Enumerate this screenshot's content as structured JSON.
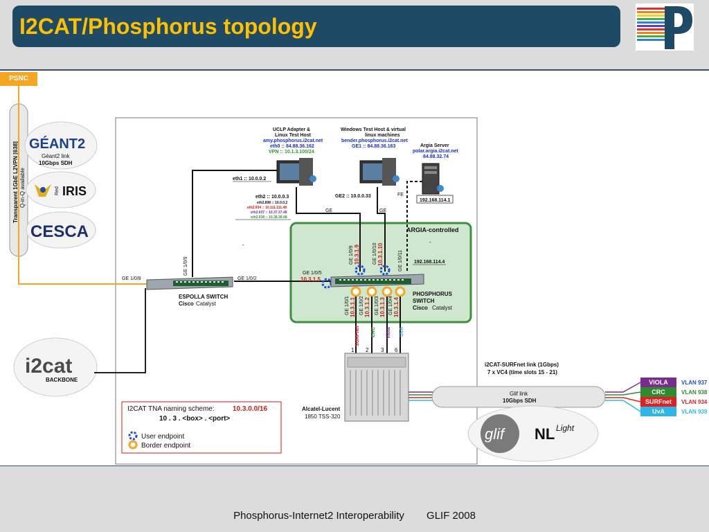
{
  "title": "I2CAT/Phosphorus topology",
  "psnc": "PSNC",
  "tube_left": {
    "line1": "Transparent 1GbE L2VPN [638]",
    "line2": "Q-in-Q available"
  },
  "geant": {
    "logo": "GÉANT2",
    "line1": "Géant2 link",
    "line2": "10Gbps SDH"
  },
  "rediris": {
    "logo_small": "Red",
    "logo": "IRIS"
  },
  "cesca": {
    "logo": "CESCA"
  },
  "i2cat": {
    "logo": "i2cat",
    "sub": "BACKBONE"
  },
  "uclp": {
    "l1": "UCLP Adapter &",
    "l2": "Linux Test Host",
    "l3": "amy.phosphorus.i2cat.net",
    "l4": "eth0 :: 84.88.36.162",
    "l5": "VPN :: 10.1.3.100/24"
  },
  "windows": {
    "l1": "Windows Test Host & virtual",
    "l2": "linux machines",
    "l3": "bender.phosphorus.i2cat.net",
    "l4": "GE1 :: 84.88.36.163"
  },
  "argia_server": {
    "l1": "Argia Server",
    "l2": "polar.argia.i2cat.net",
    "l3": "84.88.32.74",
    "ip": "192.168.114.1"
  },
  "eth1": "eth1 :: 10.0.0.2",
  "eth2": {
    "main": "eth2 :: 10.0.0.3",
    "r1": "eth2.898 :: 10.0.0.2",
    "r2": "eth2.934 :: 10.111.111.48",
    "r3": "eth2.937 :: 10.37.37.48",
    "r4": "eth2.938 :: 10.38.38.48"
  },
  "ge2": "GE2 :: 10.0.0.33",
  "ge_a": "GE",
  "ge_b": "GE",
  "fe": "FE",
  "argia_controlled": "ARGIA-controlled",
  "dash": "-",
  "phos_ip": "192.168.114.4",
  "ports_top": [
    {
      "port": "GE 1/0/9",
      "addr": "10.3.1.9"
    },
    {
      "port": "GE 1/0/10",
      "addr": "10.3.1.10"
    },
    {
      "port": "GE 1/0/11",
      "addr": ""
    }
  ],
  "ge105": {
    "port": "GE 1/0/5",
    "addr": "10.3.1.5"
  },
  "ge108": "GE 1/0/8",
  "ge109": "GE 1/0/9",
  "ge102": "GE 1/0/2",
  "espolla": {
    "name": "ESPOLLA SWITCH",
    "model": "Cisco",
    "type": "Catalyst"
  },
  "phosphorus_switch": {
    "l1": "PHOSPHORUS",
    "l2": "SWITCH",
    "model": "Cisco",
    "type": "Catalyst"
  },
  "ports_bottom": [
    {
      "port": "GE 1/0/1",
      "addr": "10.3.1.1",
      "net": "SURFnet",
      "num": "1"
    },
    {
      "port": "GE 1/0/2",
      "addr": "10.3.1.2",
      "net": "CRC",
      "num": "2"
    },
    {
      "port": "GE 1/0/3",
      "addr": "10.3.1.3",
      "net": "Viola",
      "num": "3"
    },
    {
      "port": "GE 1/0/4",
      "addr": "10.3.1.4",
      "net": "UvA",
      "num": "6"
    }
  ],
  "alcatel": {
    "name": "Alcatel-Lucent",
    "model": "1850 TSS-320"
  },
  "surfnet_link": {
    "l1": "i2CAT-SURFnet link (1Gbps)",
    "l2": "7 x VC4 (time slots 15 - 21)"
  },
  "glif_tube": {
    "l1": "Glif link",
    "l2": "10Gbps SDH"
  },
  "glif": "glif",
  "nl": {
    "a": "NL",
    "b": "Light"
  },
  "vlans": [
    {
      "name": "VIOLA",
      "vlan": "VLAN 937",
      "color": "#7b2c8f"
    },
    {
      "name": "CRC",
      "vlan": "VLAN 938",
      "color": "#2e8b2e"
    },
    {
      "name": "SURFnet",
      "vlan": "VLAN 934",
      "color": "#e02020"
    },
    {
      "name": "UvA",
      "vlan": "VLAN 939",
      "color": "#2db7e8"
    }
  ],
  "legend": {
    "title_prefix": "I2CAT TNA naming scheme:",
    "title_value": "10.3.0.0/16",
    "scheme": "10 . 3 . <box> . <port>",
    "user": "User endpoint",
    "border": "Border endpoint"
  },
  "footer": {
    "left": "Phosphorus-Internet2 Interoperability",
    "right": "GLIF 2008"
  },
  "colors": {
    "title_bg": "#1f4a66",
    "title_text": "#ffc000",
    "argia_bg": "#cfe6cf",
    "argia_border": "#3f8f3f",
    "addr_red": "#d01a1a",
    "link_blue": "#1a2fd0",
    "link_green": "#2e9a2e"
  }
}
